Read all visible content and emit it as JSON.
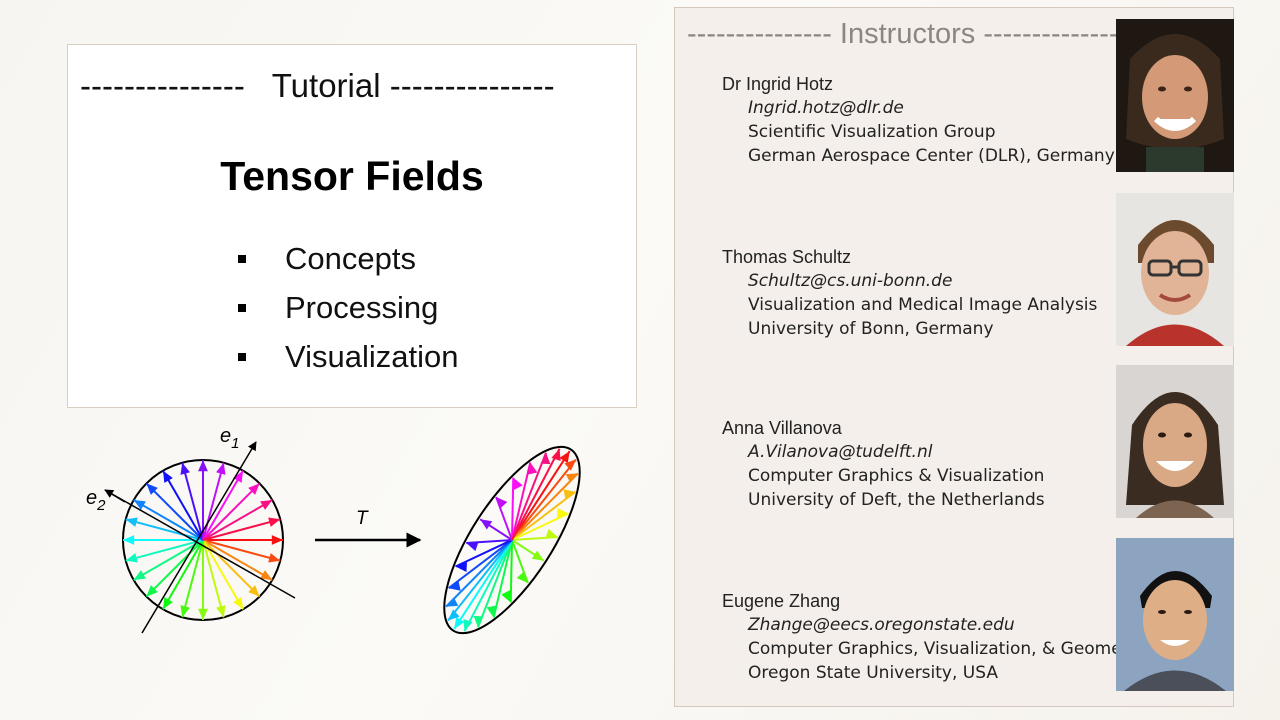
{
  "tutorial": {
    "heading": "---------------   Tutorial ---------------",
    "title": "Tensor Fields",
    "topics": [
      "Concepts",
      "Processing",
      "Visualization"
    ]
  },
  "figure": {
    "label_e1": "e",
    "label_e1_sub": "1",
    "label_e2": "e",
    "label_e2_sub": "2",
    "label_transform": "T"
  },
  "instructors_panel": {
    "heading": "--------------- Instructors ---------------",
    "people": [
      {
        "name": "Dr Ingrid Hotz",
        "email": "Ingrid.hotz@dlr.de",
        "group": "Scientific Visualization Group",
        "affiliation": "German Aerospace Center (DLR), Germany"
      },
      {
        "name": "Thomas  Schultz",
        "email": "Schultz@cs.uni-bonn.de",
        "group": "Visualization and Medical Image Analysis",
        "affiliation": "University of Bonn, Germany"
      },
      {
        "name": "Anna Villanova",
        "email": "A.Vilanova@tudelft.nl",
        "group": "Computer Graphics & Visualization",
        "affiliation": "University of Deft, the Netherlands"
      },
      {
        "name": "Eugene Zhang",
        "email": "Zhange@eecs.oregonstate.edu",
        "group": "Computer Graphics, Visualization, & Geometry",
        "affiliation": "Oregon State University, USA"
      }
    ]
  }
}
